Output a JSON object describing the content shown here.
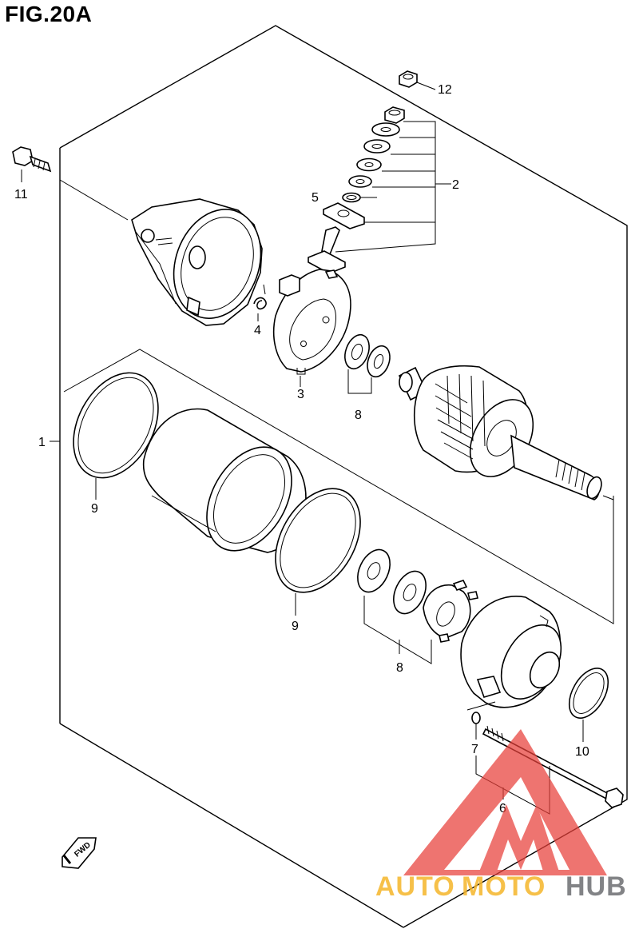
{
  "figure": {
    "title": "FIG.20A"
  },
  "callouts": {
    "c1": "1",
    "c2": "2",
    "c3": "3",
    "c4": "4",
    "c5": "5",
    "c6": "6",
    "c7": "7",
    "c8a": "8",
    "c8b": "8",
    "c9a": "9",
    "c9b": "9",
    "c10": "10",
    "c11": "11",
    "c12": "12"
  },
  "fwd_label": "FWD",
  "watermark": {
    "text_left": "AUTO",
    "text_mid": "MOTO",
    "text_right": "HUB",
    "color_triangle": "#e8403a",
    "color_left": "#f5b62a",
    "color_right": "#6d6e71"
  }
}
